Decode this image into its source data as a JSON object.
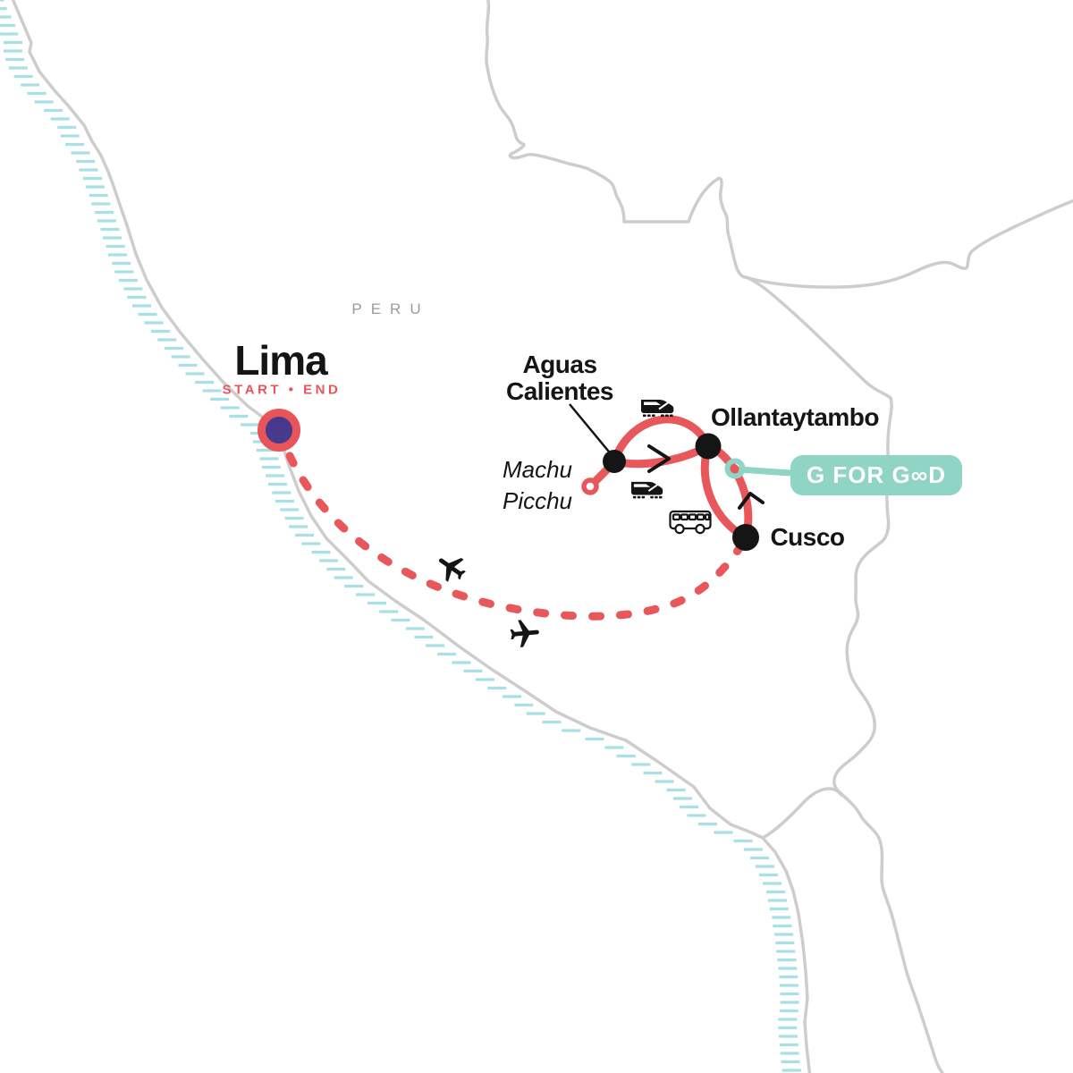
{
  "country_label": "PERU",
  "locations": {
    "lima": {
      "name": "Lima",
      "subtitle": "START • END"
    },
    "aguas_calientes": {
      "line1": "Aguas",
      "line2": "Calientes"
    },
    "machu_picchu": {
      "line1": "Machu",
      "line2": "Picchu"
    },
    "ollantaytambo": {
      "name": "Ollantaytambo"
    },
    "cusco": {
      "name": "Cusco"
    }
  },
  "badge": {
    "label": "G FOR G∞D"
  },
  "icons": {
    "train": "train-icon",
    "bus": "bus-icon",
    "airplane": "airplane-icon",
    "start_end_marker": "start-end-marker",
    "visited_site_marker": "open-circle-marker",
    "g_for_good_marker": "teal-ring-marker"
  },
  "colors": {
    "route_red": "#e8575a",
    "marker_purple": "#473a8c",
    "badge_teal": "#8fd4c4",
    "coast_hatch_teal": "#a9e0e5",
    "border_gray": "#cdcdcd",
    "label_black": "#151515",
    "country_label_gray": "#9b9b9b"
  }
}
